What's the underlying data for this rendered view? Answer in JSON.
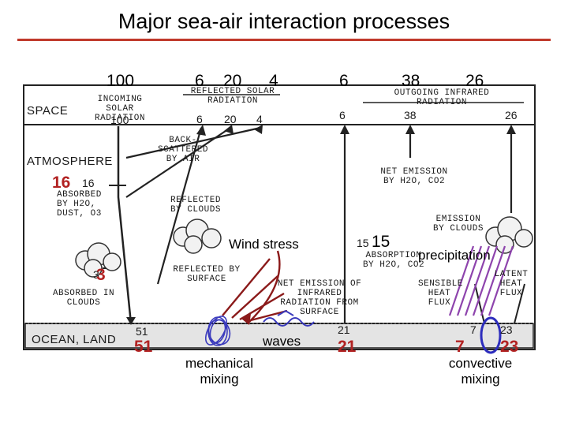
{
  "title": "Major sea-air interaction processes",
  "overlay": {
    "top_numbers": [
      "100",
      "6",
      "20",
      "4",
      "6",
      "38",
      "26"
    ],
    "atmosphere_absorbed": "16",
    "cloud_absorbed": "3",
    "surface_absorbed": "51",
    "absorption_value": "15",
    "surface_ir": "21",
    "sensible": "7",
    "latent": "23",
    "wind_stress": "Wind stress",
    "precipitation": "precipitation",
    "waves": "waves",
    "mechanical_mixing": "mechanical mixing",
    "convective_mixing": "convective mixing"
  },
  "figure": {
    "space": "SPACE",
    "atmosphere": "ATMOSPHERE",
    "ocean_land": "OCEAN, LAND",
    "incoming": "INCOMING SOLAR RADIATION",
    "incoming_value": "100",
    "reflected_solar": "REFLECTED SOLAR RADIATION",
    "reflected_values": [
      "6",
      "20",
      "4"
    ],
    "outgoing": "OUTGOING INFRARED RADIATION",
    "outgoing_values": [
      "6",
      "38",
      "26"
    ],
    "backscattered": "BACK- SCATTERED BY AIR",
    "absorbed_h2o": "ABSORBED BY H2O, DUST, O3",
    "atm_value": "16",
    "reflected_clouds": "REFLECTED BY CLOUDS",
    "net_emission": "NET EMISSION BY H2O, CO2",
    "emission_clouds": "EMISSION BY CLOUDS",
    "absorption": "ABSORPTION BY H2O, CO2",
    "absorption_value": "15",
    "reflected_surface": "REFLECTED BY SURFACE",
    "absorbed_clouds": "ABSORBED IN CLOUDS",
    "cloud_value": "3",
    "net_ir": "NET EMISSION OF INFRARED RADIATION FROM SURFACE",
    "sensible": "SENSIBLE HEAT FLUX",
    "latent": "LATENT HEAT FLUX",
    "surface_values": [
      "51",
      "21",
      "7",
      "23"
    ]
  },
  "colors": {
    "rule": "#c0392b",
    "arrow": "#8b1a1a",
    "loop": "#3b3bbd",
    "hatch": "#8e44ad",
    "overlay_red": "#b22222"
  }
}
